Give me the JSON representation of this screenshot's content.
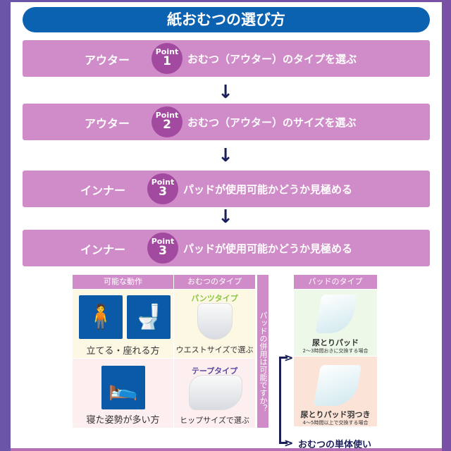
{
  "title": "紙おむつの選び方",
  "steps": [
    {
      "kind": "アウター",
      "point": "Point",
      "num": "1",
      "desc": "おむつ（アウター）のタイプを選ぶ"
    },
    {
      "kind": "アウター",
      "point": "Point",
      "num": "2",
      "desc": "おむつ（アウター）のサイズを選ぶ"
    },
    {
      "kind": "インナー",
      "point": "Point",
      "num": "3",
      "desc": "パッドが使用可能かどうか見極める"
    },
    {
      "kind": "インナー",
      "point": "Point",
      "num": "3",
      "desc": "パッドが使用可能かどうか見極める"
    }
  ],
  "arrow": "↓",
  "table": {
    "headers": [
      "可能な動作",
      "おむつのタイプ"
    ],
    "rows": [
      {
        "action": "立てる・座れる方",
        "type": "パンツタイプ",
        "size": "ウエストサイズで選ぶ",
        "type_color": "#8cc63f"
      },
      {
        "action": "寝た姿勢が多い方",
        "type": "テープタイプ",
        "size": "ヒップサイズで選ぶ",
        "type_color": "#5a4aa0"
      }
    ],
    "question": "パッドの併用は可能ですか？"
  },
  "pads": {
    "header": "パッドのタイプ",
    "items": [
      {
        "name": "尿とりパッド",
        "note": "2〜3時間おきに交換する場合"
      },
      {
        "name": "尿とりパッド羽つき",
        "note": "4〜5時間以上で交換する場合"
      }
    ],
    "alone": "おむつの単体使い"
  }
}
